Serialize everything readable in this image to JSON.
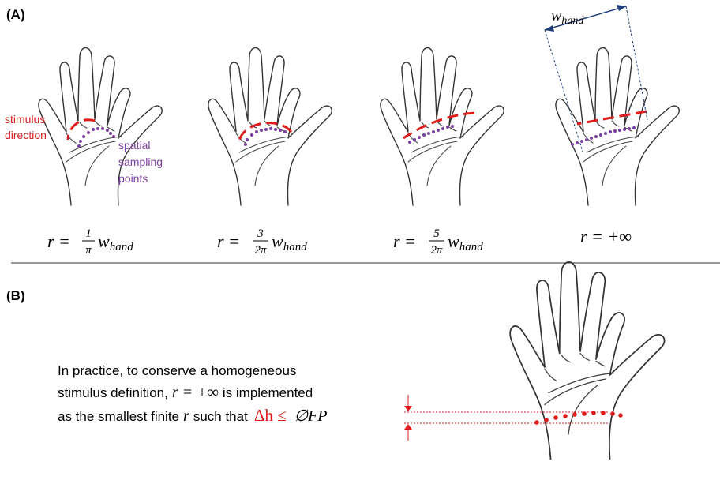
{
  "panel_a": {
    "label": "(A)",
    "annotations": {
      "stimulus_direction": [
        "stimulus",
        "direction"
      ],
      "spatial_sampling_points": [
        "spatial",
        "sampling",
        "points"
      ],
      "width_label_main": "w",
      "width_label_sub": "hand"
    },
    "formulas": [
      {
        "lhs": "r = ",
        "num": "1",
        "den": "π",
        "w": "w",
        "sub": "hand"
      },
      {
        "lhs": "r = ",
        "num": "3",
        "den": "2π",
        "w": "w",
        "sub": "hand"
      },
      {
        "lhs": "r = ",
        "num": "5",
        "den": "2π",
        "w": "w",
        "sub": "hand"
      },
      {
        "lhs": "r = +∞"
      }
    ]
  },
  "panel_b": {
    "label": "(B)",
    "lines": [
      "In practice, to conserve a homogeneous",
      "stimulus definition,",
      "r = +∞",
      "is implemented",
      "as the smallest finite",
      "r",
      "such that",
      "Δh ≤",
      "∅FP"
    ]
  },
  "colors": {
    "stimulus": "#e01b1b",
    "sampling_points": "#7b3fa0",
    "width_arrow": "#1f3d7a",
    "divider": "#333333"
  }
}
